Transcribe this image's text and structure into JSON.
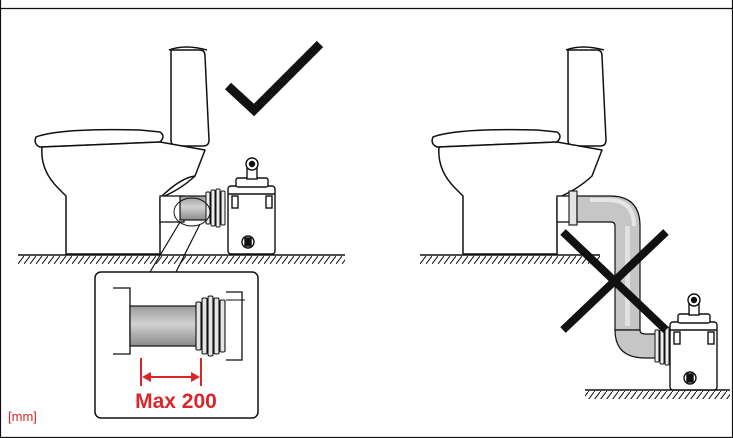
{
  "diagram": {
    "unit_label": "[mm]",
    "max_label": "Max 200",
    "colors": {
      "accent_red": "#d9262b",
      "line": "#111111",
      "pipe_grey": "#b8b8b8",
      "pipe_dark": "#8c8c8c"
    },
    "panels": [
      {
        "name": "correct-installation",
        "symbol": "check-icon"
      },
      {
        "name": "incorrect-installation",
        "symbol": "cross-icon"
      }
    ]
  }
}
